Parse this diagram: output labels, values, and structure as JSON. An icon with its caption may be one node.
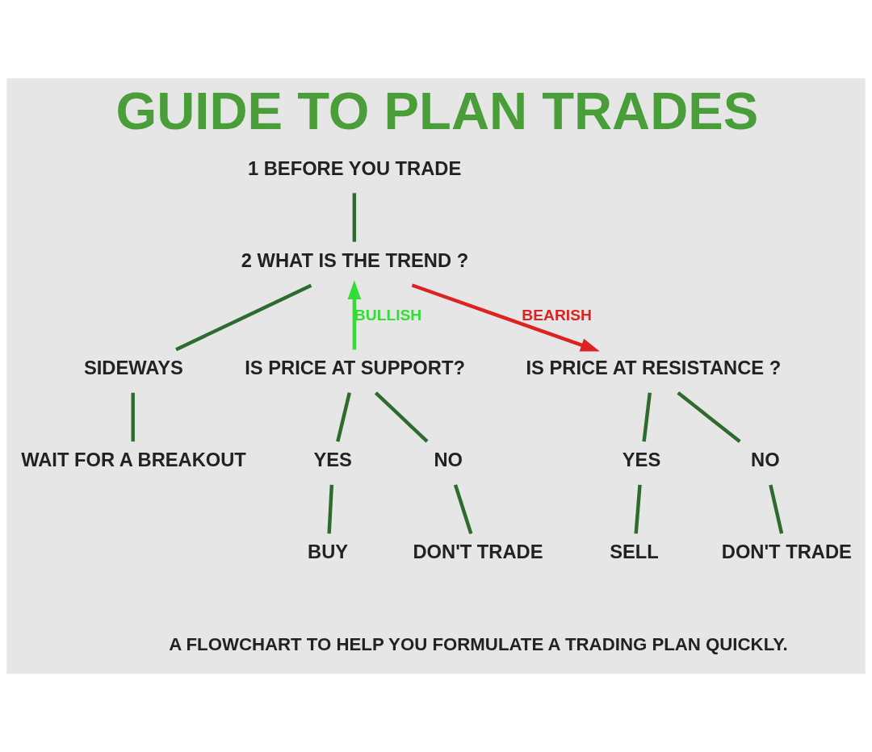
{
  "diagram": {
    "title": "GUIDE TO PLAN TRADES",
    "caption": "A FLOWCHART TO HELP YOU FORMULATE A TRADING PLAN QUICKLY.",
    "nodes": [
      {
        "text": [
          "1 BEFORE YOU TRADE"
        ]
      },
      {
        "text": [
          "2 WHAT IS THE TREND ?"
        ]
      },
      {
        "text": [
          "SIDEWAYS"
        ]
      },
      {
        "text": [
          "IS PRICE AT SUPPORT?"
        ]
      },
      {
        "text": [
          "IS PRICE AT RESISTANCE ?"
        ]
      },
      {
        "text": [
          "WAIT FOR A BREAKOUT"
        ]
      },
      {
        "text": [
          "YES"
        ]
      },
      {
        "text": [
          "NO"
        ]
      },
      {
        "text": [
          "YES"
        ]
      },
      {
        "text": [
          "NO"
        ]
      },
      {
        "text": [
          "BUY"
        ]
      },
      {
        "text": [
          "DON'T TRADE"
        ]
      },
      {
        "text": [
          "SELL"
        ]
      },
      {
        "text": [
          "DON'T TRADE"
        ]
      }
    ],
    "edges": [
      {
        "from": 0,
        "to": 1,
        "arrow": "none"
      },
      {
        "from": 3,
        "to": 1,
        "arrow": "to",
        "label": "BULLISH",
        "color": "#33dd33"
      },
      {
        "from": 1,
        "to": 2,
        "arrow": "none"
      },
      {
        "from": 1,
        "to": 4,
        "arrow": "to",
        "label": "BEARISH",
        "color": "#dd2222"
      },
      {
        "from": 2,
        "to": 5,
        "arrow": "none"
      },
      {
        "from": 3,
        "to": 6,
        "arrow": "none"
      },
      {
        "from": 3,
        "to": 7,
        "arrow": "none"
      },
      {
        "from": 4,
        "to": 8,
        "arrow": "none"
      },
      {
        "from": 4,
        "to": 9,
        "arrow": "none"
      },
      {
        "from": 6,
        "to": 10,
        "arrow": "none"
      },
      {
        "from": 7,
        "to": 11,
        "arrow": "none"
      },
      {
        "from": 8,
        "to": 12,
        "arrow": "none"
      },
      {
        "from": 9,
        "to": 13,
        "arrow": "none"
      }
    ]
  }
}
